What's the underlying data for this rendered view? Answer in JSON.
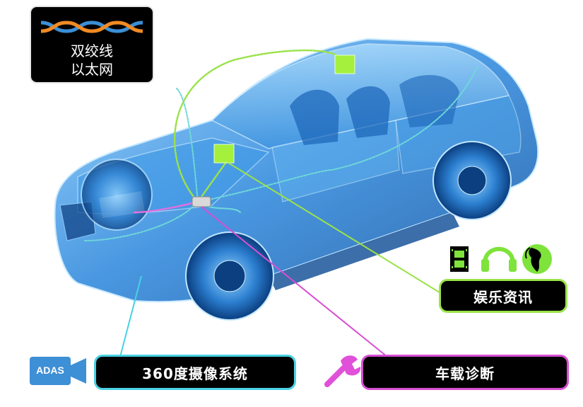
{
  "badge": {
    "line1": "双绞线",
    "line2": "以太网"
  },
  "labels": {
    "infotainment": "娱乐资讯",
    "camera_system": "360度摄像系统",
    "diagnostics": "车载诊断"
  },
  "adas_icon_text": "ADAS",
  "colors": {
    "infotainment": "#9be24a",
    "camera": "#49d1e3",
    "diagnostics": "#d74fd2",
    "car_body": "#1e7fd6",
    "badge_orange": "#f08a24",
    "badge_blue": "#3b8fd6"
  },
  "icons": [
    "film-icon",
    "headphones-icon",
    "globe-icon",
    "adas-camera-icon",
    "wrench-icon",
    "twisted-pair-icon"
  ]
}
